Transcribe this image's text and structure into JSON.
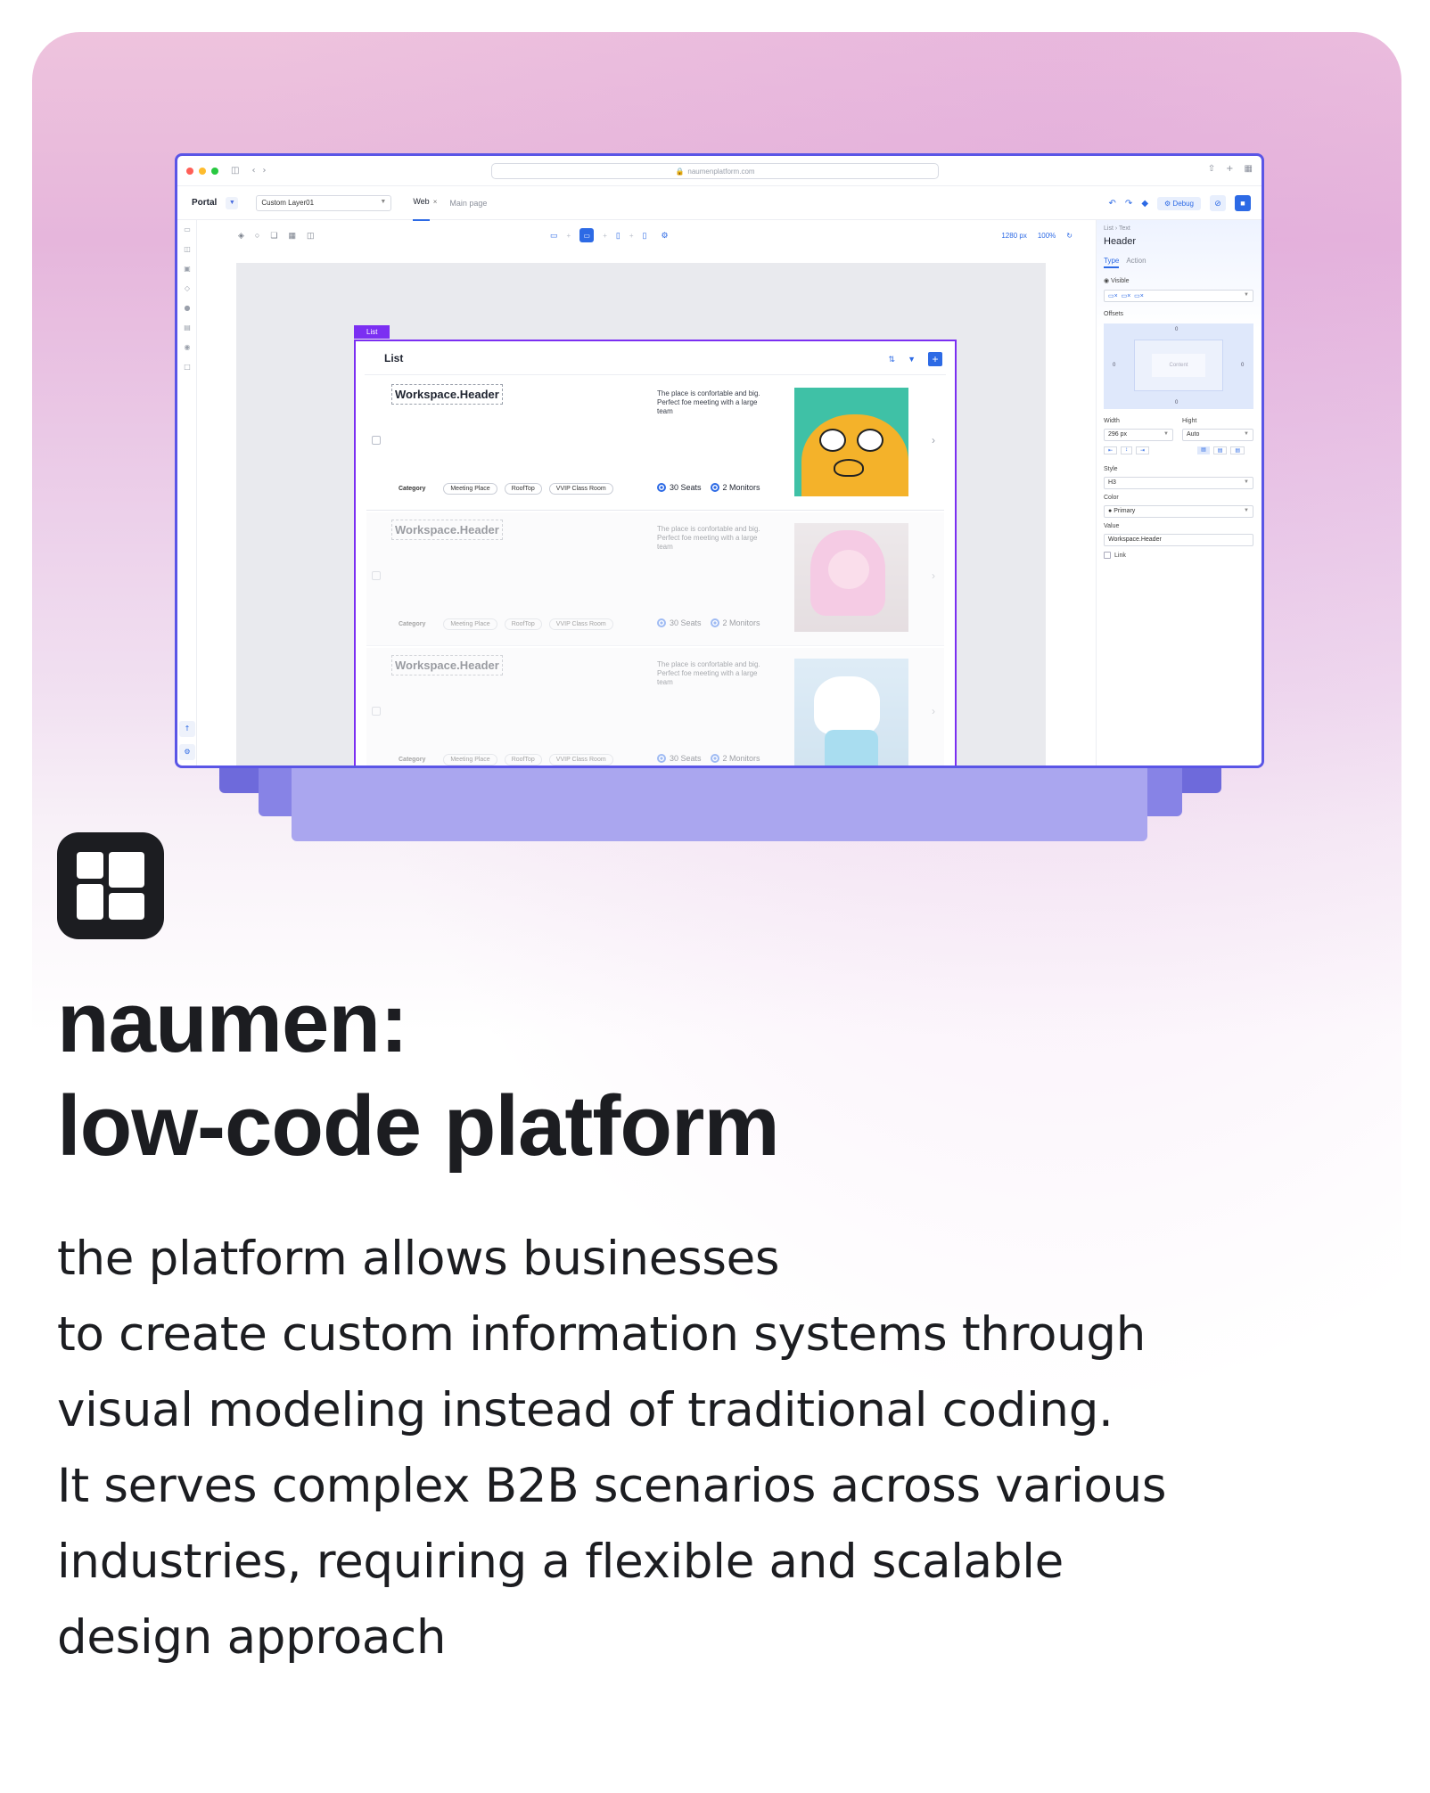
{
  "window": {
    "url": "naumenplatform.com",
    "portal_label": "Portal",
    "layer_select_value": "Custom Layer01",
    "tabs": [
      {
        "label": "Web"
      },
      {
        "label": "Main page"
      }
    ],
    "debug_label": "Debug",
    "viewport_width": "1280 px",
    "zoom": "100%"
  },
  "list": {
    "tag": "List",
    "title": "List",
    "rows": [
      {
        "header": "Workspace.Header",
        "description": "The place is confortable and big. Perfect foe meeting with a large team",
        "category_label": "Category",
        "chips": [
          "Meeting Place",
          "RoofTop",
          "VVIP Class Room"
        ],
        "features": [
          "30 Seats",
          "2 Monitors"
        ],
        "image": "jake-illustration"
      },
      {
        "header": "Workspace.Header",
        "description": "The place is confortable and big. Perfect foe meeting with a large team",
        "category_label": "Category",
        "chips": [
          "Meeting Place",
          "RoofTop",
          "VVIP Class Room"
        ],
        "features": [
          "30 Seats",
          "2 Monitors"
        ],
        "image": "princess-illustration"
      },
      {
        "header": "Workspace.Header",
        "description": "The place is confortable and big. Perfect foe meeting with a large team",
        "category_label": "Category",
        "chips": [
          "Meeting Place",
          "RoofTop",
          "VVIP Class Room"
        ],
        "features": [
          "30 Seats",
          "2 Monitors"
        ],
        "image": "finn-illustration"
      }
    ]
  },
  "props": {
    "breadcrumb": "List  ›  Text",
    "title": "Header",
    "tabs": [
      "Type",
      "Action"
    ],
    "visible_label": "Visible",
    "offsets_label": "Offsets",
    "offset_values": [
      "0",
      "0",
      "0",
      "0"
    ],
    "content_label": "Content",
    "width_label": "Width",
    "width_value": "296 px",
    "height_label": "Hight",
    "height_value": "Auto",
    "style_label": "Style",
    "style_value": "H3",
    "color_label": "Color",
    "color_value": "Primary",
    "value_label": "Value",
    "value_value": "Workspace.Header",
    "link_label": "Link"
  },
  "headline": [
    "naumen:",
    "low-code platform"
  ],
  "description": [
    "the platform allows businesses",
    "to create custom information systems through",
    "visual modeling instead of traditional coding.",
    "It serves complex B2B scenarios across various",
    "industries, requiring a flexible and scalable",
    "design approach"
  ],
  "colors": {
    "accent": "#2d6ae5",
    "list_frame": "#7b2ff2",
    "window_border": "#5a55e6",
    "text_dark": "#1c1d21"
  }
}
